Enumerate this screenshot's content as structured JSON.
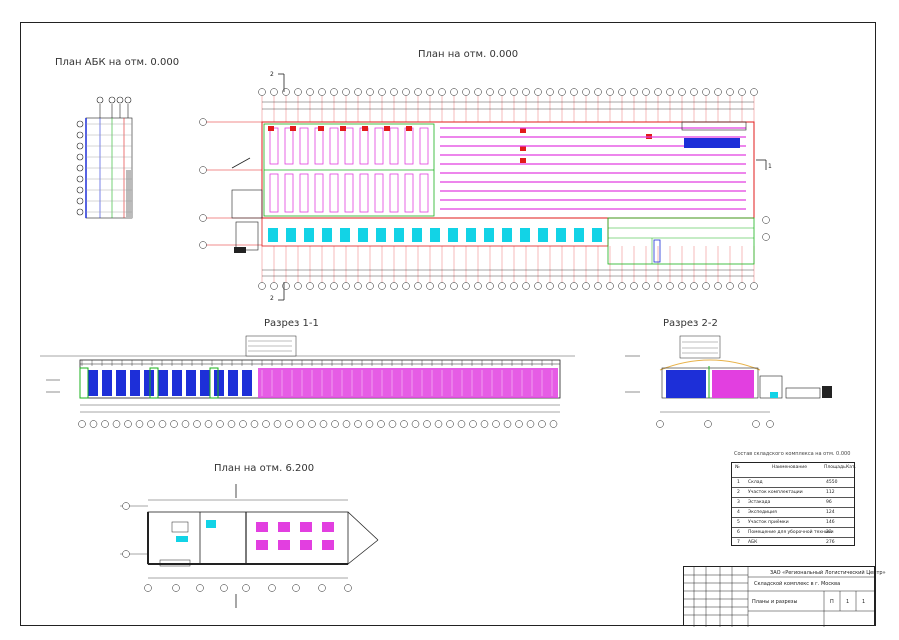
{
  "drawing": {
    "title_plan_ahk": "План АБК на отм. 0.000",
    "title_plan_main": "План на отм. 0.000",
    "title_section_1": "Разрез 1-1",
    "title_section_2": "Разрез 2-2",
    "title_plan_upper": "План на отм. 6.200"
  },
  "colors": {
    "magenta": "#e23fe0",
    "red": "#e21b1b",
    "green": "#19b21b",
    "blue": "#1d2fd8",
    "cyan": "#12d3e6",
    "dark": "#222222",
    "orange": "#e8b24a"
  },
  "spec_table": {
    "title": "Состав складского комплекса на отм. 0.000",
    "header": [
      "№",
      "Наименование",
      "Площадь",
      "Кат."
    ],
    "rows": [
      {
        "num": "1",
        "name": "Склад",
        "area": "4550"
      },
      {
        "num": "2",
        "name": "Участок комплектации",
        "area": "112"
      },
      {
        "num": "3",
        "name": "Эстакада",
        "area": "96"
      },
      {
        "num": "4",
        "name": "Экспедиция",
        "area": "124"
      },
      {
        "num": "5",
        "name": "Участок приёмки",
        "area": "146"
      },
      {
        "num": "6",
        "name": "Помещение для уборочной техники",
        "area": "22"
      },
      {
        "num": "7",
        "name": "АБК",
        "area": "276"
      }
    ]
  },
  "stamp": {
    "company": "ЗАО «Региональный Логистический Центр»",
    "project": "Складской комплекс в г. Москва",
    "sheet_name": "Планы и разрезы",
    "stage": "П",
    "sheet": "1",
    "sheets": "1"
  }
}
